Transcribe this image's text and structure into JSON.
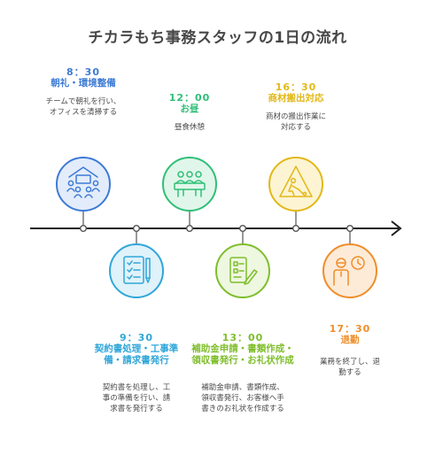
{
  "title": "チカラもち事務スタッフの1日の流れ",
  "colors": {
    "blue": "#3d7bd6",
    "sky": "#2fa6d9",
    "green": "#2fbf77",
    "lime": "#7fbe2c",
    "yellow": "#e2b818",
    "orange": "#ef8e2b",
    "line": "#1f1f1f"
  },
  "events": [
    {
      "time": "8：30",
      "label": "朝礼・環境整備",
      "desc": [
        "チームで朝礼を行い、",
        "オフィスを清掃する"
      ],
      "icon": "meeting-room-icon"
    },
    {
      "time": "9：30",
      "label": [
        "契約書処理・工事準",
        "備・請求書発行"
      ],
      "desc": [
        "契約書を処理し、工",
        "事の準備を行い、請",
        "求書を発行する"
      ],
      "icon": "checklist-icon"
    },
    {
      "time": "12：00",
      "label": "お昼",
      "desc": "昼食休憩",
      "icon": "lunch-group-icon"
    },
    {
      "time": "13：00",
      "label": [
        "補助金申請・書類作成・",
        "領収書発行・お礼状作成"
      ],
      "desc": [
        "補助金申請、書類作成、",
        "領収書発行、お客様へ手",
        "書きのお礼状を作成する"
      ],
      "icon": "document-write-icon"
    },
    {
      "time": "16：30",
      "label": "商材搬出対応",
      "desc": [
        "商材の搬出作業に",
        "対応する"
      ],
      "icon": "construction-worker-icon"
    },
    {
      "time": "17：30",
      "label": "退勤",
      "desc": [
        "業務を終了し、退",
        "勤する"
      ],
      "icon": "person-clock-icon"
    }
  ]
}
